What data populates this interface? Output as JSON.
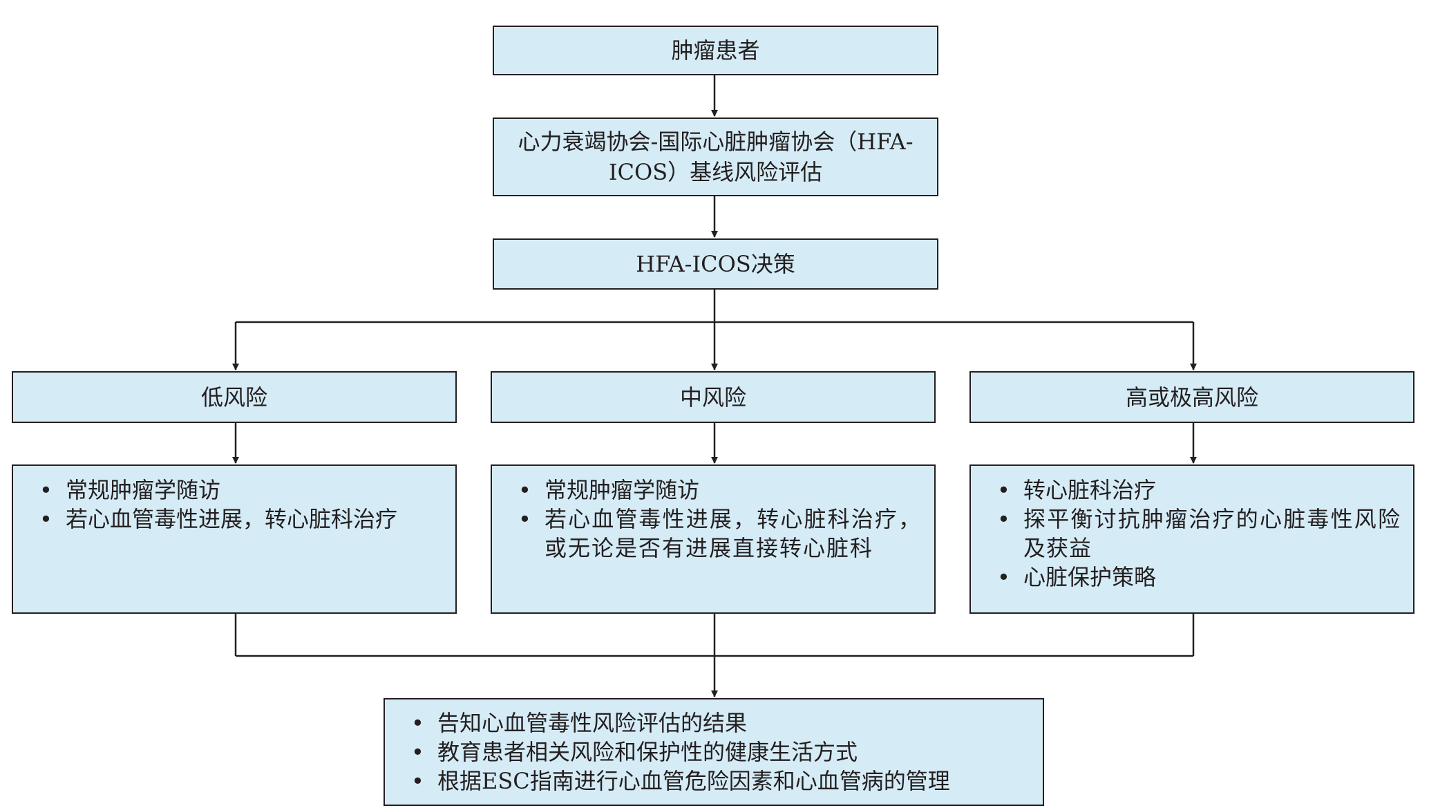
{
  "nodes": {
    "patient": "肿瘤患者",
    "baseline_line1": "心力衰竭协会-国际心脏肿瘤协会（HFA-",
    "baseline_line2": "ICOS）基线风险评估",
    "decision": "HFA-ICOS决策",
    "low_risk": "低风险",
    "mid_risk": "中风险",
    "high_risk": "高或极高风险"
  },
  "low_actions": [
    "常规肿瘤学随访",
    "若心血管毒性进展，转心脏科治疗"
  ],
  "mid_actions": [
    "常规肿瘤学随访",
    "若心血管毒性进展，转心脏科治疗，或无论是否有进展直接转心脏科"
  ],
  "high_actions": [
    "转心脏科治疗",
    "探平衡讨抗肿瘤治疗的心脏毒性风险及获益",
    "心脏保护策略"
  ],
  "final_actions": [
    "告知心血管毒性风险评估的结果",
    "教育患者相关风险和保护性的健康生活方式",
    "根据ESC指南进行心血管危险因素和心血管病的管理"
  ]
}
